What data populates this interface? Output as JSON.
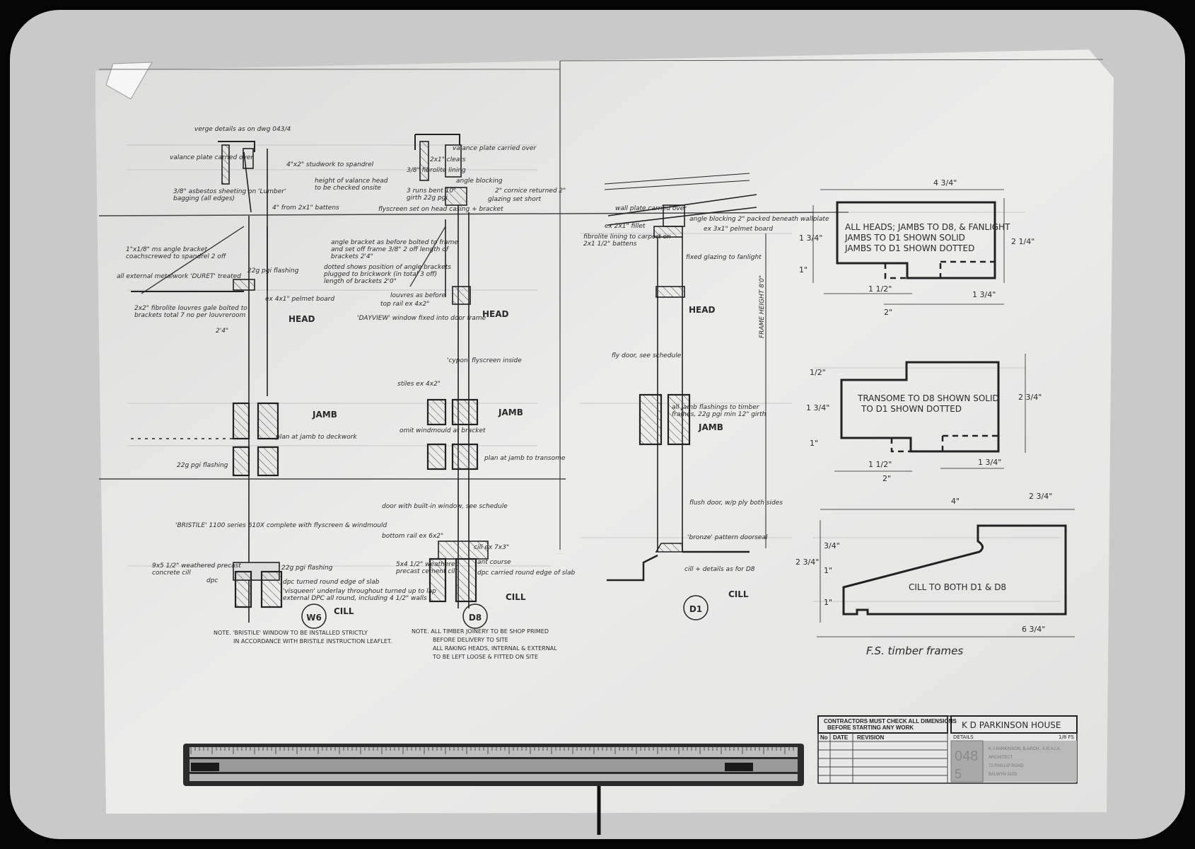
{
  "drawing": {
    "project_title": "K D PARKINSON HOUSE",
    "sheet_subject": "DETAILS",
    "scale_text": "1/8 FS",
    "drawing_number": "048",
    "sheet_number": "5",
    "architect_block": [
      "K J PARKINSON, B.ARCH., A.R.A.I.A.",
      "ARCHITECT",
      "72 PHILLIP ROAD",
      "BALWYN 3103"
    ],
    "contractor_warning": [
      "CONTRACTORS MUST CHECK ALL DIMENSIONS",
      "BEFORE STARTING ANY WORK"
    ],
    "revision_headers": [
      "No",
      "DATE",
      "REVISION"
    ]
  },
  "sections": [
    {
      "id": "W6",
      "head": "HEAD",
      "jamb": "JAMB",
      "cill": "CILL"
    },
    {
      "id": "D8",
      "head": "HEAD",
      "jamb": "JAMB",
      "cill": "CILL"
    },
    {
      "id": "D1",
      "head": "HEAD",
      "jamb": "JAMB",
      "cill": "CILL"
    }
  ],
  "annotations_w6": [
    "verge details as on dwg 043/4",
    "valance plate carried over",
    "4\"x2\" studwork to spandrel",
    "3/8\" asbestos sheeting on 'Lumber' bagging (all edges)",
    "height of valance head to be checked onsite",
    "4\" from 2x1\" battens",
    "1\"x1/8\" ms angle bracket coachscrewed to spandrel 2 off",
    "all external metalwork 'DURET' treated",
    "2x2\" fibrolite louvres gale bolted to brackets total 7 no per louvreroom",
    "22g pgi flashing",
    "ex 4x1\" pelmet board",
    "2'4\"",
    "plan at jamb to deckwork",
    "22g pgi flashing",
    "'BRISTILE' 1100 series 610X complete with flyscreen & windmould",
    "9x5 1/2\" weathered precast concrete cill",
    "22g pgi flashing",
    "dpc",
    "dpc turned round edge of slab",
    "'visqueen' underlay throughout turned up to lap external DPC all round, including 4 1/2\" walls"
  ],
  "annotations_d8": [
    "valance plate carried over",
    "2x1\" cleats",
    "3/8\" fibrolite lining",
    "angle blocking",
    "2\" cornice returned 2\"",
    "3 runs bent 10\" girth 22g pgi",
    "flyscreen set on head casing + bracket",
    "glazing set short",
    "angle bracket as before bolted to frame and set off frame 3/8\" 2 off length of brackets 2'4\"",
    "dotted shows position of angle brackets plugged to brickwork (in total 3 off) length of brackets 2'0\"",
    "louvres as before",
    "top rail ex 4x2\"",
    "'DAYVIEW' window fixed into door frame",
    "'cypon' flyscreen inside",
    "stiles ex 4x2\"",
    "omit windmould at bracket",
    "plan at jamb to transome",
    "door with built-in window, see schedule",
    "bottom rail ex 6x2\"",
    "cill ex 7x3\"",
    "5x4 1/2\" weathered precast cement cill",
    "ant course",
    "dpc carried round edge of slab"
  ],
  "annotations_d1": [
    "wall plate carried over",
    "angle blocking 2\" packed beneath wallplate",
    "ex 2x1\" fillet",
    "fibrolite lining to carport on 2x1 1/2\" battens",
    "ex 3x1\" pelmet board",
    "fixed glazing to fanlight",
    "FRAME HEIGHT 8'0\"",
    "fly door, see schedule",
    "all jamb flashings to timber frames, 22g pgi min 12\" girth",
    "flush door, w/p ply both sides",
    "'bronze' pattern doorseal",
    "cill + details as for D8"
  ],
  "fs_details": {
    "head_note": [
      "ALL HEADS; JAMBS TO D8, & FANLIGHT",
      "JAMBS TO D1 SHOWN SOLID",
      "JAMBS TO D1 SHOWN DOTTED"
    ],
    "transome_note": [
      "TRANSOME TO D8 SHOWN SOLID",
      "TO D1 SHOWN DOTTED"
    ],
    "cill_note": "CILL TO BOTH D1 & D8",
    "caption": "F.S. timber frames",
    "dims_head": [
      "4 3/4\"",
      "2 1/4\"",
      "1 3/4\"",
      "1\"",
      "1 1/2\"",
      "2\"",
      "1 3/4\""
    ],
    "dims_transome": [
      "1/2\"",
      "1 3/4\"",
      "1\"",
      "1 1/2\"",
      "2\"",
      "1 3/4\"",
      "2 3/4\""
    ],
    "dims_cill": [
      "4\"",
      "2 3/4\"",
      "3/4\"",
      "1\"",
      "1\"",
      "2 3/4\"",
      "6 3/4\""
    ]
  },
  "notes": {
    "w6": [
      "NOTE.  'BRISTILE' WINDOW TO BE INSTALLED STRICTLY",
      "IN ACCORDANCE WITH BRISTILE INSTRUCTION LEAFLET."
    ],
    "d8": [
      "NOTE.  ALL TIMBER JOINERY TO BE SHOP PRIMED",
      "BEFORE DELIVERY TO SITE",
      "ALL RAKING HEADS, INTERNAL & EXTERNAL",
      "TO BE LEFT LOOSE & FITTED ON SITE"
    ]
  },
  "colors": {
    "paper": "#ebebea",
    "board": "#cfcfcf",
    "ink": "#2a2a2a",
    "ruler": "#2b2b2b"
  }
}
